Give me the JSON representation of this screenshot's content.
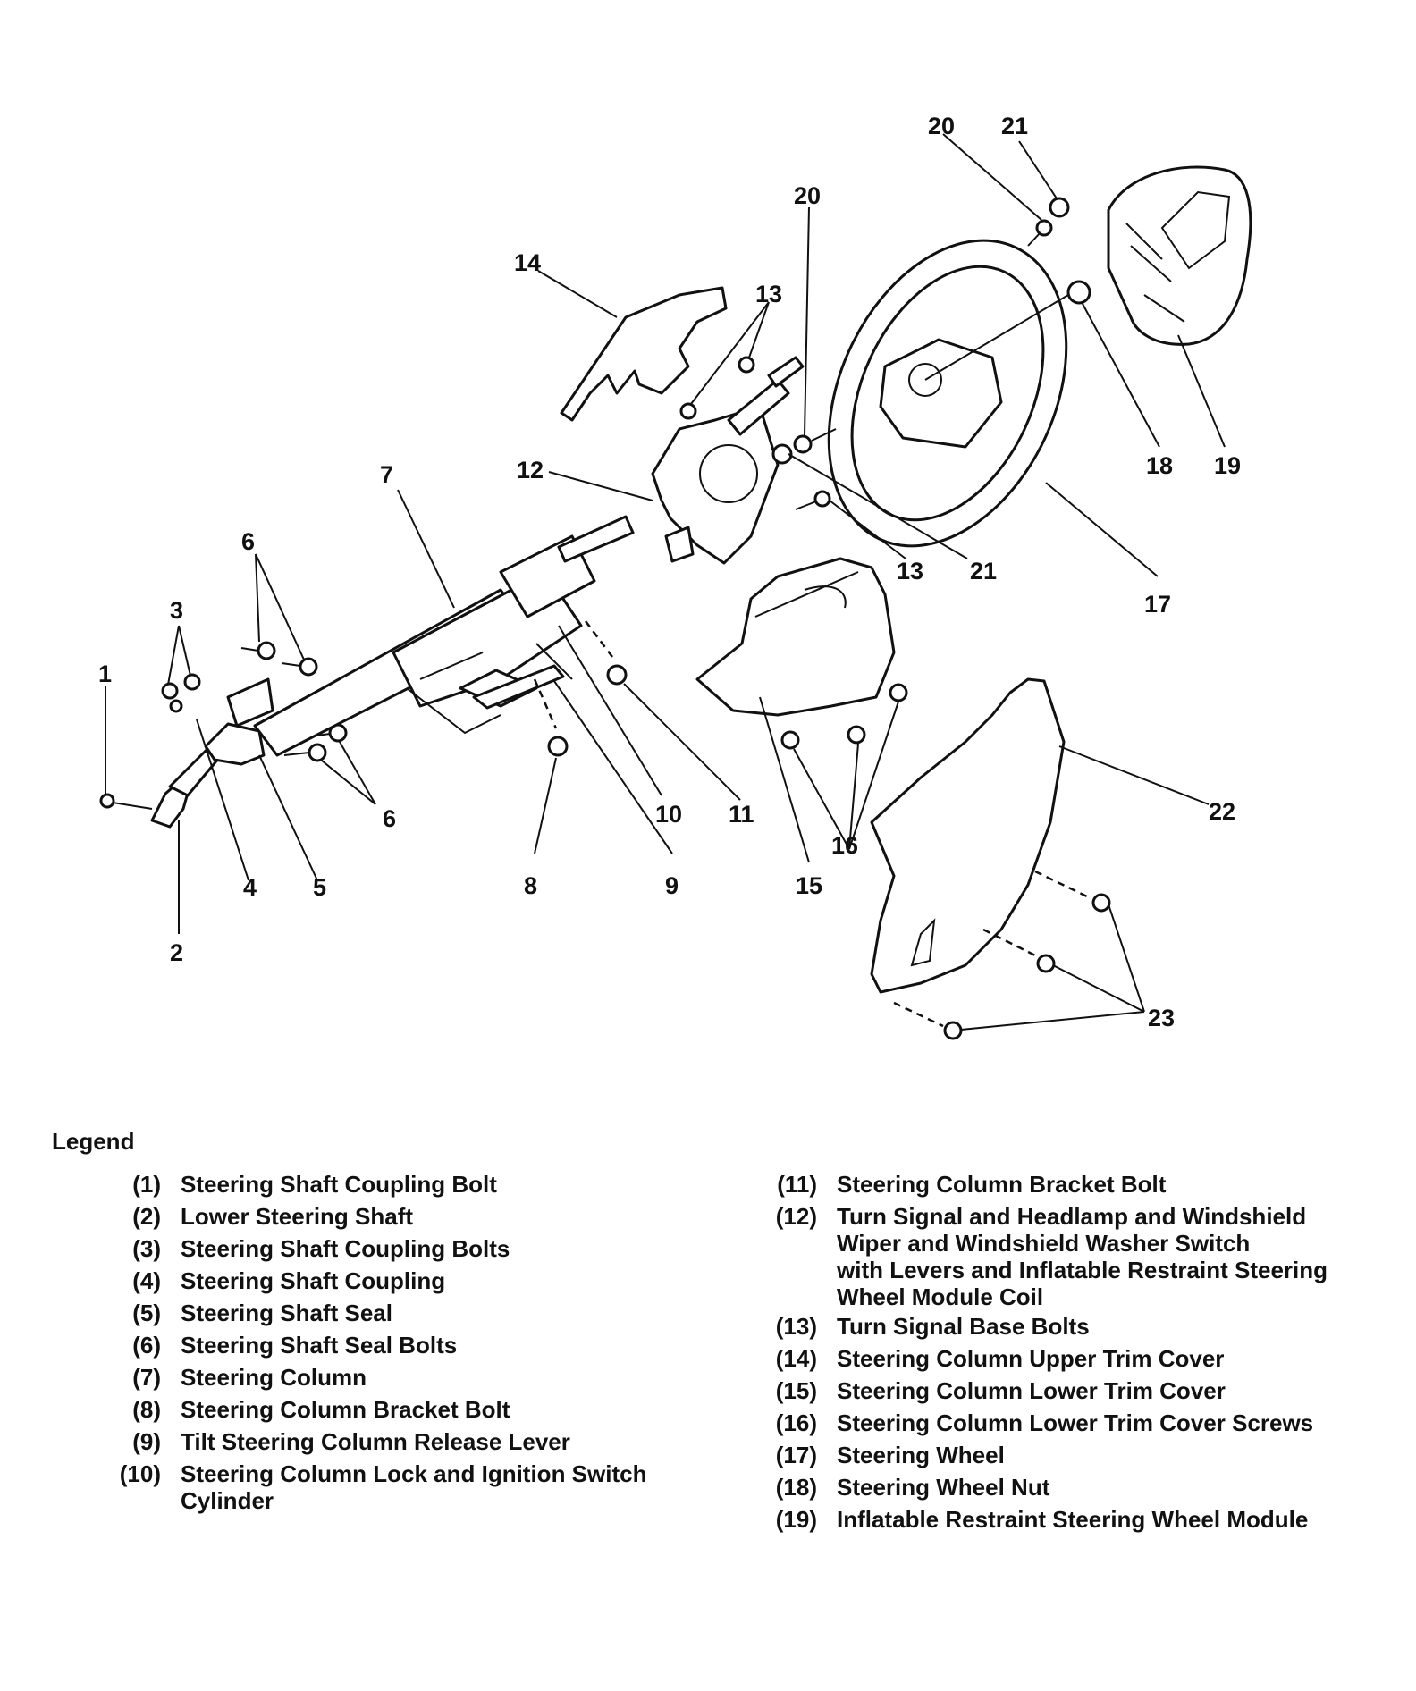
{
  "legend": {
    "title": "Legend",
    "left": [
      {
        "num": "(1)",
        "text": "Steering Shaft Coupling Bolt"
      },
      {
        "num": "(2)",
        "text": "Lower Steering Shaft"
      },
      {
        "num": "(3)",
        "text": "Steering Shaft Coupling Bolts"
      },
      {
        "num": "(4)",
        "text": "Steering Shaft Coupling"
      },
      {
        "num": "(5)",
        "text": "Steering Shaft Seal"
      },
      {
        "num": "(6)",
        "text": "Steering Shaft Seal Bolts"
      },
      {
        "num": "(7)",
        "text": "Steering Column"
      },
      {
        "num": "(8)",
        "text": "Steering Column Bracket Bolt"
      },
      {
        "num": "(9)",
        "text": "Tilt Steering Column Release Lever"
      },
      {
        "num": "(10)",
        "text": "Steering Column Lock and Ignition Switch\nCylinder"
      }
    ],
    "right": [
      {
        "num": "(11)",
        "text": "Steering Column Bracket Bolt"
      },
      {
        "num": "(12)",
        "text": "Turn Signal and Headlamp and Windshield\nWiper and Windshield Washer Switch\nwith Levers and Inflatable Restraint Steering\nWheel Module Coil"
      },
      {
        "num": "(13)",
        "text": "Turn Signal Base Bolts"
      },
      {
        "num": "(14)",
        "text": "Steering Column Upper Trim Cover"
      },
      {
        "num": "(15)",
        "text": "Steering Column Lower Trim Cover"
      },
      {
        "num": "(16)",
        "text": "Steering Column Lower Trim Cover Screws"
      },
      {
        "num": "(17)",
        "text": "Steering Wheel"
      },
      {
        "num": "(18)",
        "text": "Steering Wheel Nut"
      },
      {
        "num": "(19)",
        "text": "Inflatable Restraint Steering Wheel Module"
      }
    ]
  },
  "callouts": {
    "c1": "1",
    "c2": "2",
    "c3": "3",
    "c4": "4",
    "c5": "5",
    "c6a": "6",
    "c6b": "6",
    "c7": "7",
    "c8": "8",
    "c9": "9",
    "c10": "10",
    "c11": "11",
    "c12": "12",
    "c13a": "13",
    "c13b": "13",
    "c14": "14",
    "c15": "15",
    "c16": "16",
    "c17": "17",
    "c18": "18",
    "c19": "19",
    "c20a": "20",
    "c20b": "20",
    "c21a": "21",
    "c21b": "21",
    "c22": "22",
    "c23": "23"
  }
}
